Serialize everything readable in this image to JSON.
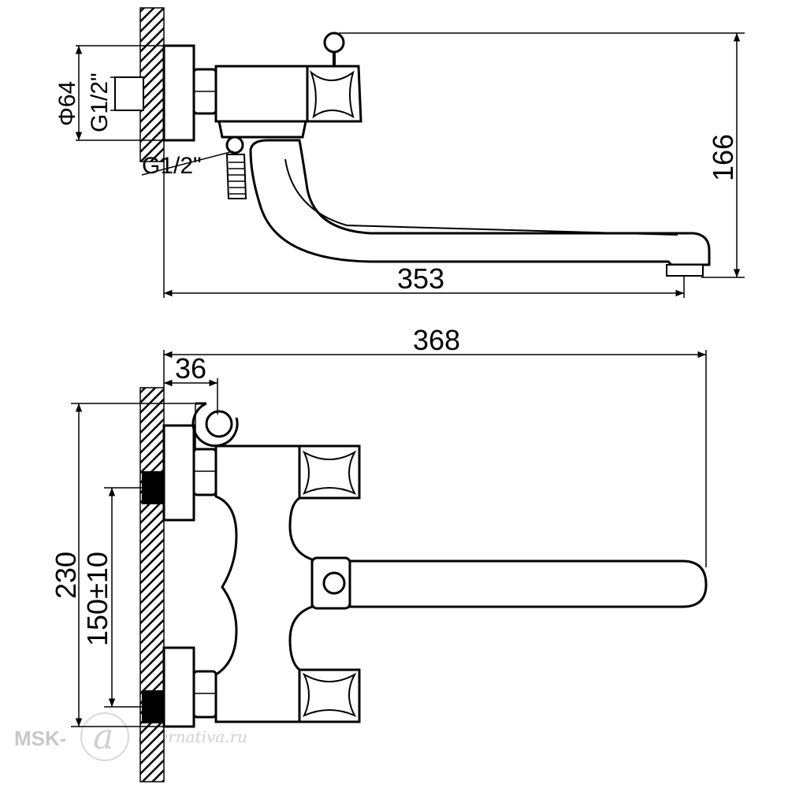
{
  "drawing": {
    "side_view": {
      "phi64": "Φ64",
      "thread_wall": "G1/2\"",
      "thread_outlet": "G1/2\"",
      "height": "166",
      "spout_reach": "353"
    },
    "front_view": {
      "overall_length": "368",
      "holder_offset": "36",
      "overall_height": "230",
      "inlet_spacing": "150±10"
    },
    "watermark": {
      "brand": "MSK-",
      "script": "alternativa.ru",
      "logo_letter": "a"
    }
  }
}
